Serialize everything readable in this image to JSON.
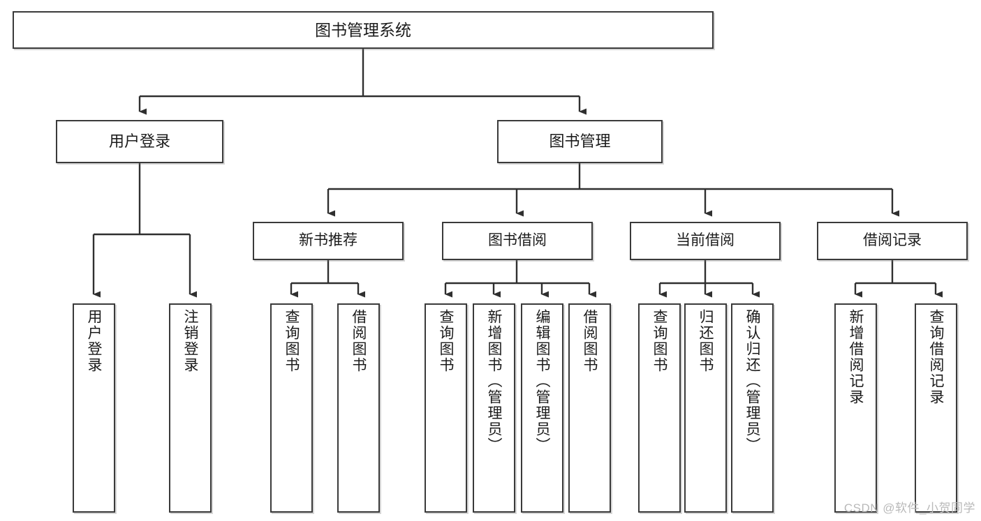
{
  "diagram": {
    "title": "图书管理系统",
    "type": "功能结构图",
    "root": {
      "label": "图书管理系统"
    },
    "level2": [
      {
        "label": "用户登录"
      },
      {
        "label": "图书管理"
      }
    ],
    "level3": [
      {
        "label": "新书推荐"
      },
      {
        "label": "图书借阅"
      },
      {
        "label": "当前借阅"
      },
      {
        "label": "借阅记录"
      }
    ],
    "leaves": {
      "user_login": [
        {
          "label": "用户登录"
        },
        {
          "label": "注销登录"
        }
      ],
      "new_book_recommend": [
        {
          "label": "查询图书"
        },
        {
          "label": "借阅图书"
        }
      ],
      "book_borrow": [
        {
          "label": "查询图书"
        },
        {
          "label": "新增图书（管理员）"
        },
        {
          "label": "编辑图书（管理员）"
        },
        {
          "label": "借阅图书"
        }
      ],
      "current_borrow": [
        {
          "label": "查询图书"
        },
        {
          "label": "归还图书"
        },
        {
          "label": "确认归还（管理员）"
        }
      ],
      "borrow_record": [
        {
          "label": "新增借阅记录"
        },
        {
          "label": "查询借阅记录"
        }
      ]
    },
    "watermark": "CSDN @软件_小贺同学",
    "colors": {
      "border": "#3a3a3a",
      "text": "#1b1b1b",
      "background": "#ffffff",
      "watermark": "#b9b9b9"
    }
  }
}
